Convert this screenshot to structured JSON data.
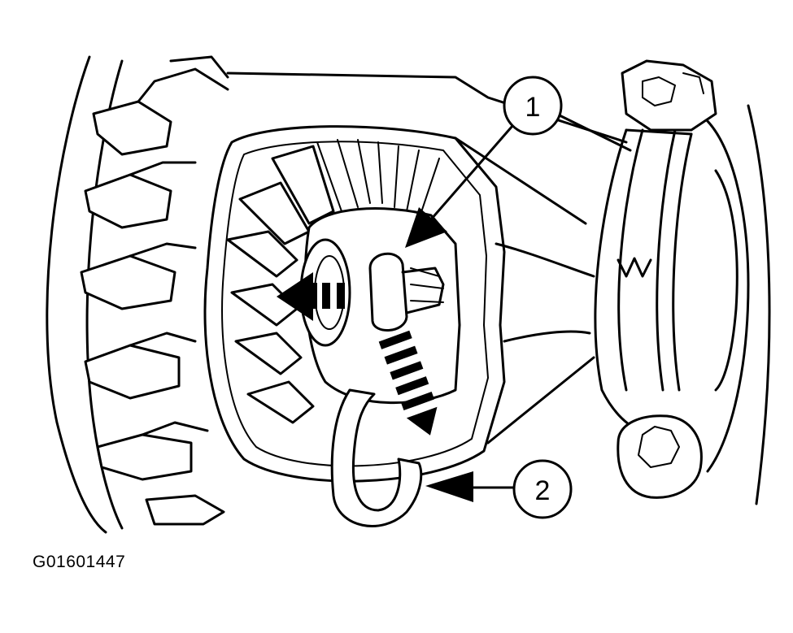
{
  "figure": {
    "id_label": "G01601447"
  },
  "callouts": [
    {
      "number": "1"
    },
    {
      "number": "2"
    }
  ],
  "colors": {
    "ink": "#000000",
    "paper": "#ffffff"
  },
  "icons": {
    "motion_arrow": "dashed-motion-arrow-icon",
    "pointer_arrow": "solid-pointer-arrow-icon"
  }
}
